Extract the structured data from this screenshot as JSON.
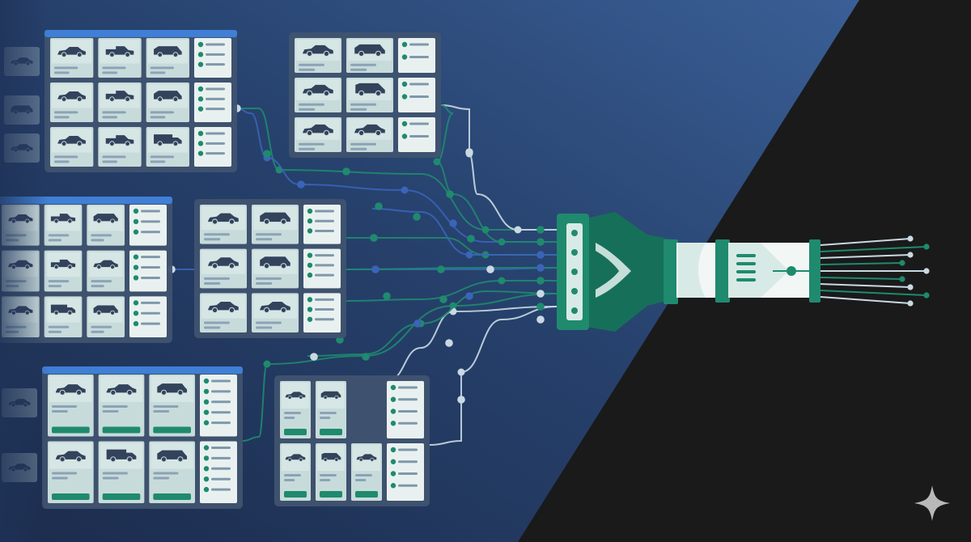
{
  "colors": {
    "bg_navy": "#1f3358",
    "bg_navy_light": "#36588c",
    "bg_dark": "#1b1b1b",
    "panel": "#3f536f",
    "card": "#c8dbdb",
    "card_light": "#e9f1f0",
    "icon": "#33435c",
    "teal": "#1f8a6e",
    "teal_dark": "#167059",
    "blue": "#3a64b8",
    "mint": "#d8eae6",
    "wire_light": "#c9d9e3",
    "accent_bar": "#3f7fd6"
  },
  "vehicle_types": [
    "sedan",
    "pickup",
    "suv",
    "truck",
    "van"
  ],
  "panels": [
    {
      "id": "listing-panel-a",
      "header": true,
      "sidebar": true,
      "buttons": false,
      "rows": [
        [
          "sedan",
          "pickup",
          "suv"
        ],
        [
          "sedan",
          "pickup",
          "suv"
        ],
        [
          "sedan",
          "pickup",
          "truck"
        ]
      ]
    },
    {
      "id": "listing-panel-b",
      "header": false,
      "sidebar": true,
      "buttons": false,
      "rows": [
        [
          "sedan",
          "suv"
        ],
        [
          "sedan",
          "van"
        ],
        [
          "sedan",
          "sedan"
        ]
      ]
    },
    {
      "id": "listing-panel-c",
      "header": true,
      "sidebar": true,
      "buttons": false,
      "rows": [
        [
          "sedan",
          "pickup",
          "suv"
        ],
        [
          "sedan",
          "pickup",
          "sedan"
        ],
        [
          "sedan",
          "truck",
          "suv"
        ]
      ]
    },
    {
      "id": "listing-panel-d",
      "header": false,
      "sidebar": true,
      "buttons": false,
      "rows": [
        [
          "sedan",
          "suv"
        ],
        [
          "sedan",
          "suv"
        ],
        [
          "sedan",
          "sedan"
        ]
      ]
    },
    {
      "id": "listing-panel-e",
      "header": true,
      "sidebar": true,
      "buttons": true,
      "rows": [
        [
          "sedan",
          "sedan",
          "suv"
        ],
        [
          "sedan",
          "truck",
          "suv"
        ]
      ]
    },
    {
      "id": "listing-panel-f",
      "header": false,
      "sidebar": true,
      "buttons": true,
      "rows": [
        [
          "sedan",
          "suv"
        ],
        [
          "sedan",
          "van",
          "sedan"
        ]
      ]
    }
  ],
  "connector": {
    "input_ports": 5,
    "output_lines": 9
  },
  "watermark_icon": "sparkle-icon"
}
